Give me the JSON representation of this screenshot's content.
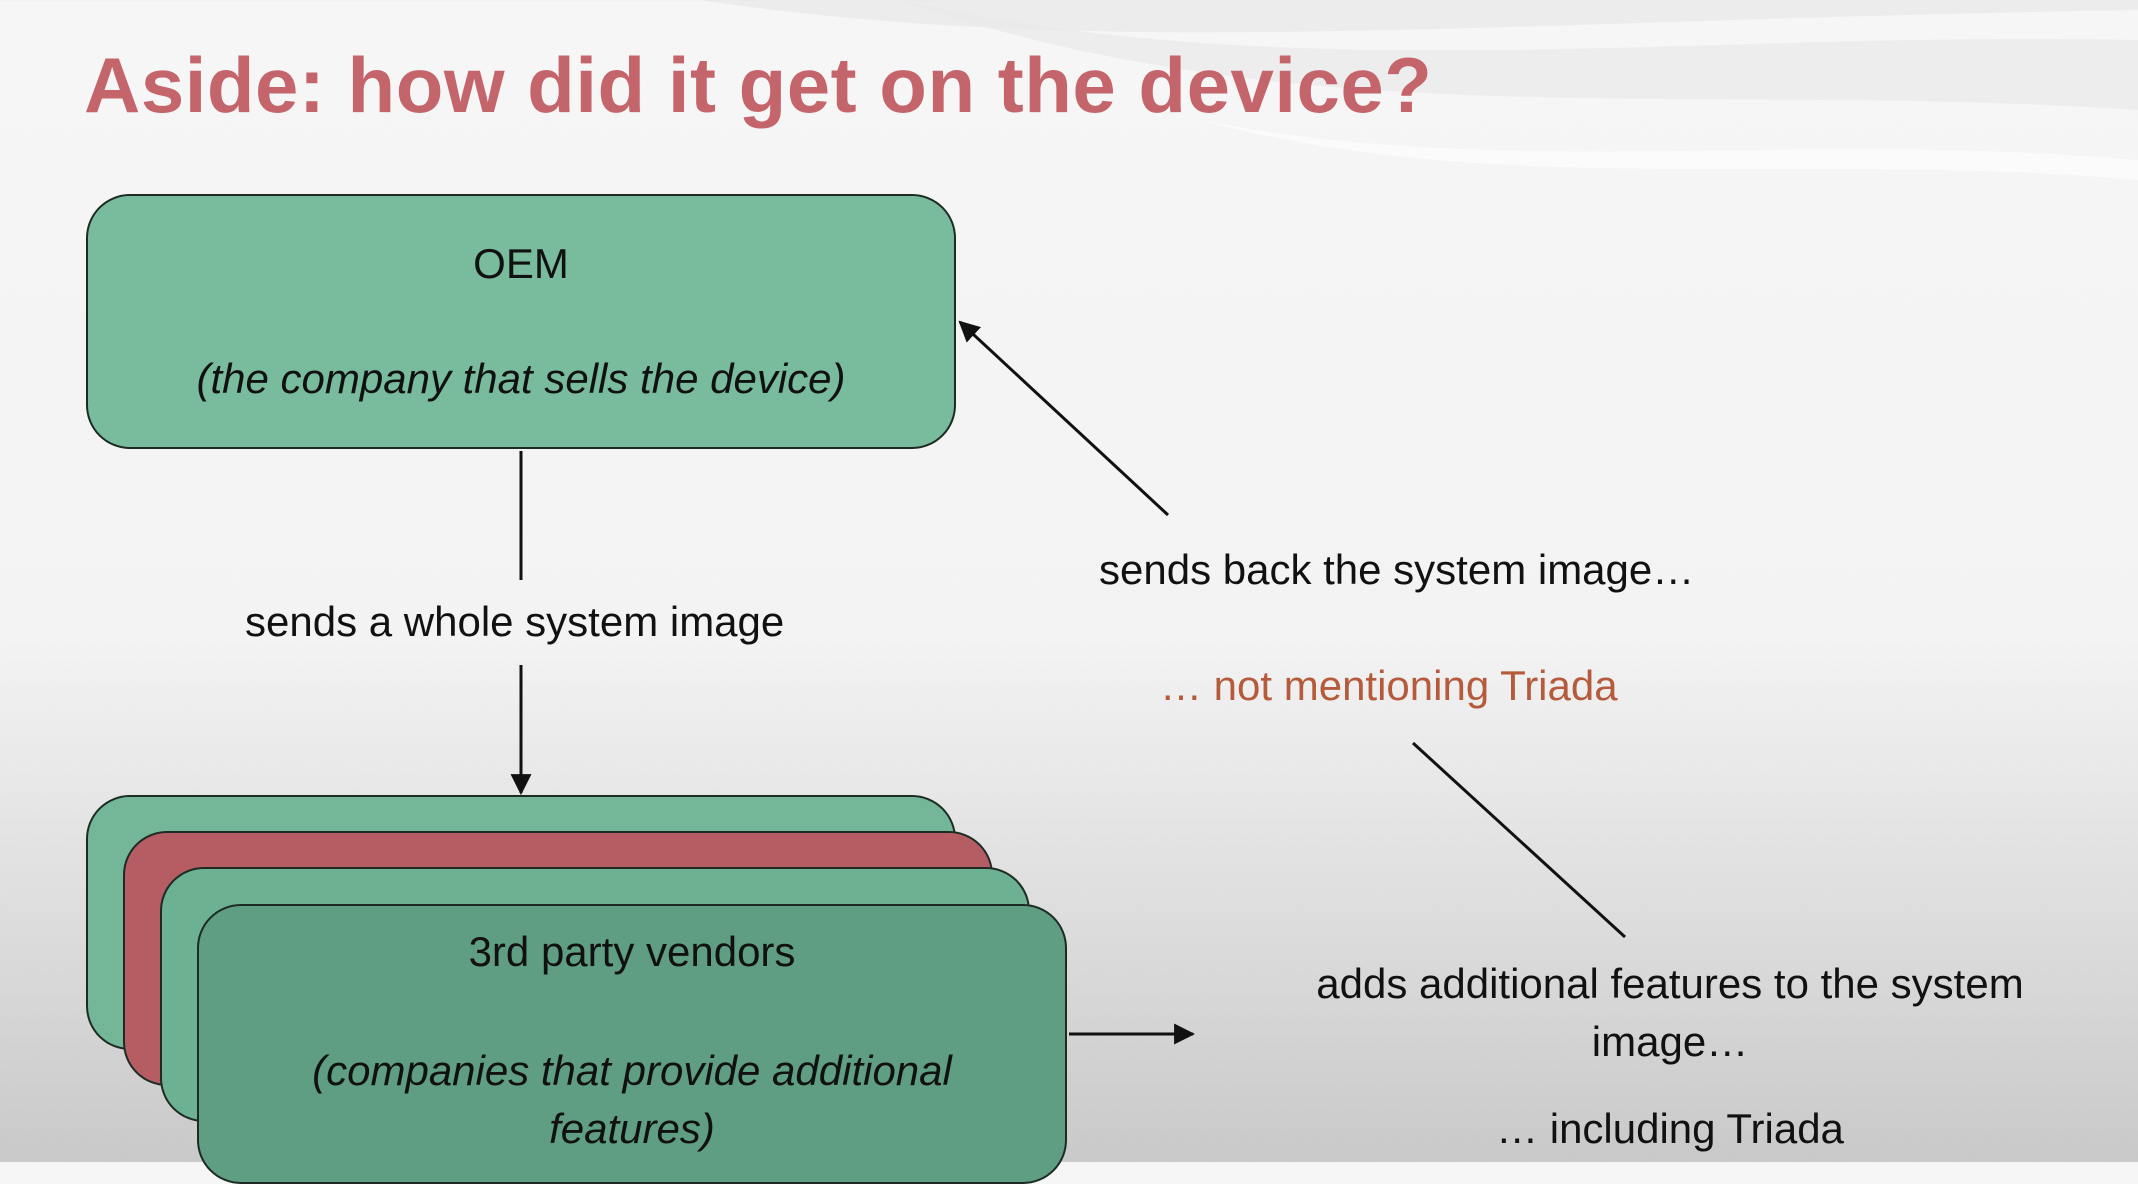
{
  "slide": {
    "title": "Aside: how did it get on the device?"
  },
  "oem": {
    "name": "OEM",
    "description": "(the company that sells the device)"
  },
  "vendors": {
    "name": "3rd party vendors",
    "description": "(companies that provide additional features)"
  },
  "flows": {
    "oem_to_vendors": "sends a whole system image",
    "vendors_back": "sends back the system image…",
    "vendors_back_note": "… not mentioning Triada",
    "vendors_add_line1": "adds additional features to the system",
    "vendors_add_line2": "image…",
    "vendors_add_note": "… including Triada"
  },
  "colors": {
    "title": "#c4646b",
    "green_box": "#78bb9d",
    "red_box": "#b55d62",
    "accent_text": "#b55a3a"
  }
}
